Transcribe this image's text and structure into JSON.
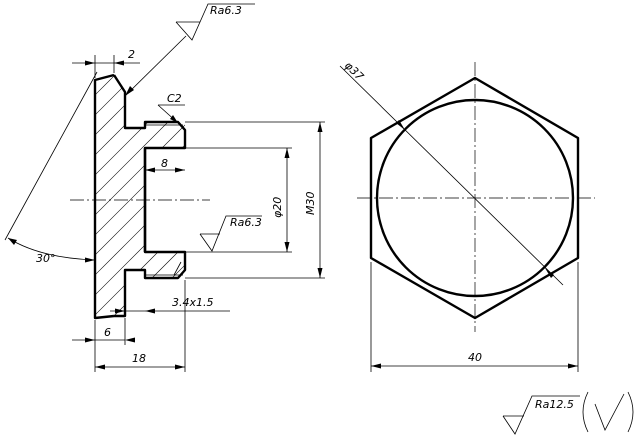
{
  "dimensions": {
    "width_2": "2",
    "chamfer_c2": "C2",
    "bore_depth_8": "8",
    "bore_dia": "φ20",
    "thread": "M30",
    "groove": "3.4x1.5",
    "length_6": "6",
    "length_18": "18",
    "angle": "30°",
    "across_corners": "φ37",
    "across_flats": "40"
  },
  "surface": {
    "top_ra": "Ra6.3",
    "bore_ra": "Ra6.3",
    "general_ra": "Ra12.5"
  }
}
